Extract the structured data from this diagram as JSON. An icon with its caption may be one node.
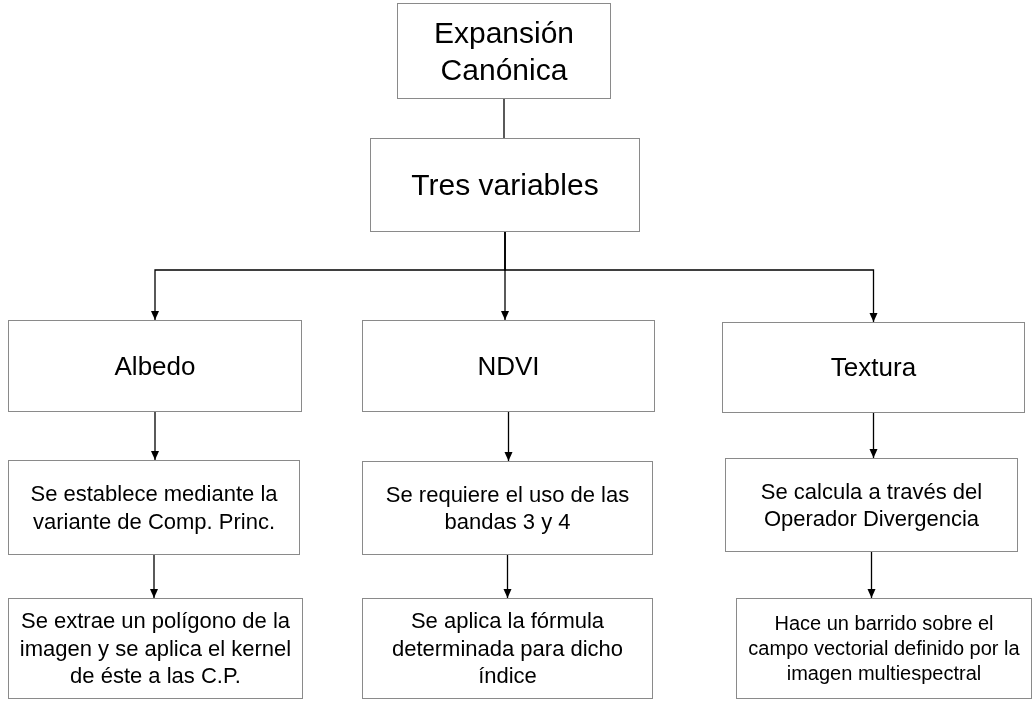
{
  "diagram": {
    "nodes": [
      {
        "text": [
          "Expansión Canónica"
        ]
      },
      {
        "text": [
          "Tres variables"
        ]
      },
      {
        "text": [
          "Albedo"
        ]
      },
      {
        "text": [
          "NDVI"
        ]
      },
      {
        "text": [
          "Textura"
        ]
      },
      {
        "text": [
          "Se establece mediante la variante de Comp. Princ."
        ]
      },
      {
        "text": [
          "Se requiere el uso de las bandas 3 y 4"
        ]
      },
      {
        "text": [
          "Se calcula a través del Operador Divergencia"
        ]
      },
      {
        "text": [
          "Se extrae un polígono de la imagen y se aplica el kernel de éste a las C.P."
        ]
      },
      {
        "text": [
          "Se aplica la fórmula determinada para dicho índice"
        ]
      },
      {
        "text": [
          "Hace un barrido sobre el campo vectorial definido por la imagen multiespectral"
        ]
      }
    ],
    "edges": [
      {
        "from": 0,
        "to": 1,
        "arrow": "none"
      },
      {
        "from": 1,
        "to": 2,
        "arrow": "to"
      },
      {
        "from": 1,
        "to": 3,
        "arrow": "to"
      },
      {
        "from": 1,
        "to": 4,
        "arrow": "to"
      },
      {
        "from": 2,
        "to": 5,
        "arrow": "to"
      },
      {
        "from": 3,
        "to": 6,
        "arrow": "to"
      },
      {
        "from": 4,
        "to": 7,
        "arrow": "to"
      },
      {
        "from": 5,
        "to": 8,
        "arrow": "to"
      },
      {
        "from": 6,
        "to": 9,
        "arrow": "to"
      },
      {
        "from": 7,
        "to": 10,
        "arrow": "to"
      }
    ]
  }
}
